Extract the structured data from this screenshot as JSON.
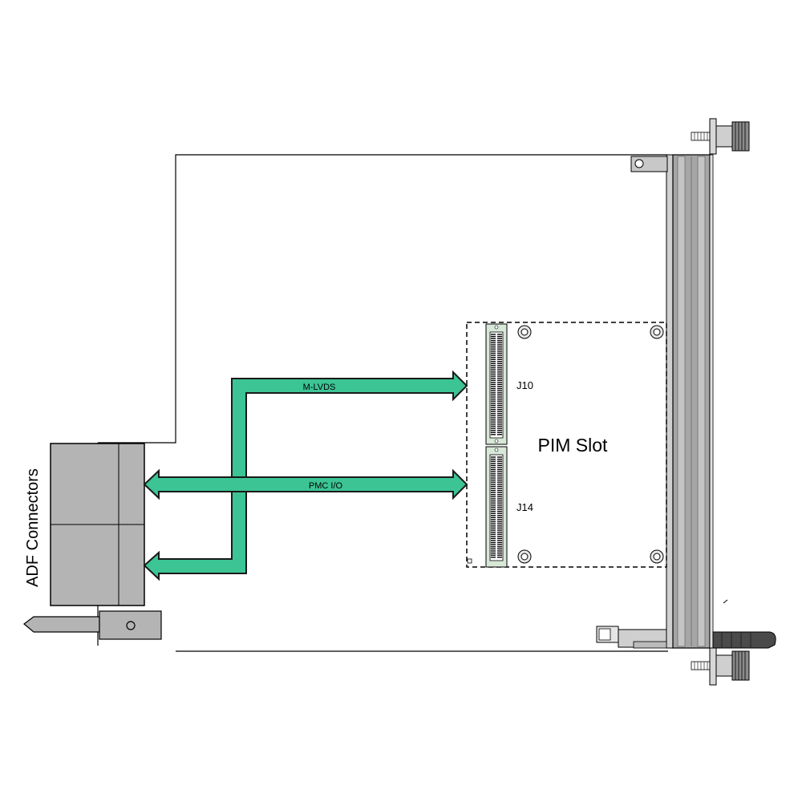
{
  "labels": {
    "adf_connectors": "ADF Connectors",
    "pim_slot": "PIM Slot",
    "j10": "J10",
    "j14": "J14",
    "mlvds": "M-LVDS",
    "pmc_io": "PMC I/O"
  },
  "colors": {
    "bus_fill": "#3cc495",
    "bus_stroke": "#1a1a1a",
    "connector_gray": "#b4b4b4",
    "panel_gray": "#a6a6a6",
    "connector_strip": "#d8e8d8"
  }
}
